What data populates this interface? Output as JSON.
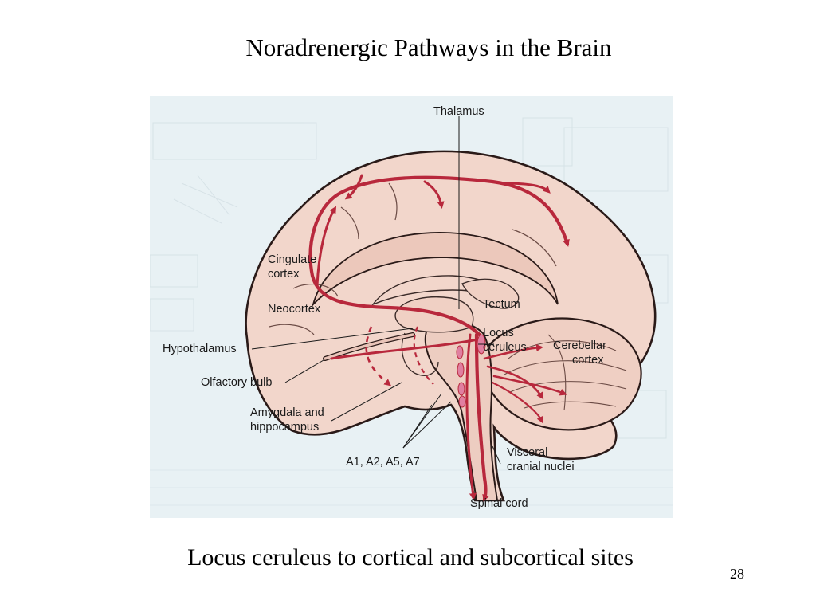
{
  "slide": {
    "title": "Noradrenergic Pathways in the Brain",
    "caption": "Locus ceruleus to cortical and subcortical sites",
    "page_number": "28"
  },
  "diagram": {
    "labels": {
      "thalamus": "Thalamus",
      "cingulate_1": "Cingulate",
      "cingulate_2": "cortex",
      "neocortex": "Neocortex",
      "tectum": "Tectum",
      "locus_1": "Locus",
      "locus_2": "ceruleus",
      "cerebellar_1": "Cerebellar",
      "cerebellar_2": "cortex",
      "hypothalamus": "Hypothalamus",
      "olfactory": "Olfactory bulb",
      "amygdala_1": "Amygdala and",
      "amygdala_2": "hippocampus",
      "a_groups": "A1, A2, A5, A7",
      "visceral_1": "Visceral",
      "visceral_2": "cranial nuclei",
      "spinal": "Spinal cord"
    }
  },
  "colors": {
    "brain_fill": "#f2d6cb",
    "brain_outline": "#2a1a18",
    "pathway": "#b8283c",
    "nucleus": "#e07fa0",
    "background_tint": "#e8f1f4"
  }
}
